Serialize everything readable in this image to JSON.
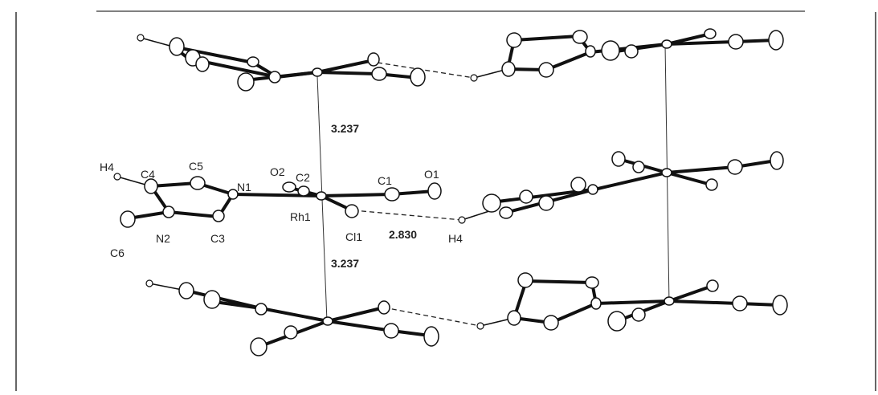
{
  "figure": {
    "atom_labels": {
      "H4_left": "H4",
      "C4": "C4",
      "C5": "C5",
      "N1": "N1",
      "O2": "O2",
      "C2": "C2",
      "C1": "C1",
      "O1": "O1",
      "Rh1": "Rh1",
      "Cl1": "Cl1",
      "C6": "C6",
      "N2": "N2",
      "C3": "C3",
      "H4_right": "H4"
    },
    "distances": {
      "upper_stack": "3.237",
      "lower_stack": "3.237",
      "hydrogen_bond": "2.830"
    }
  }
}
